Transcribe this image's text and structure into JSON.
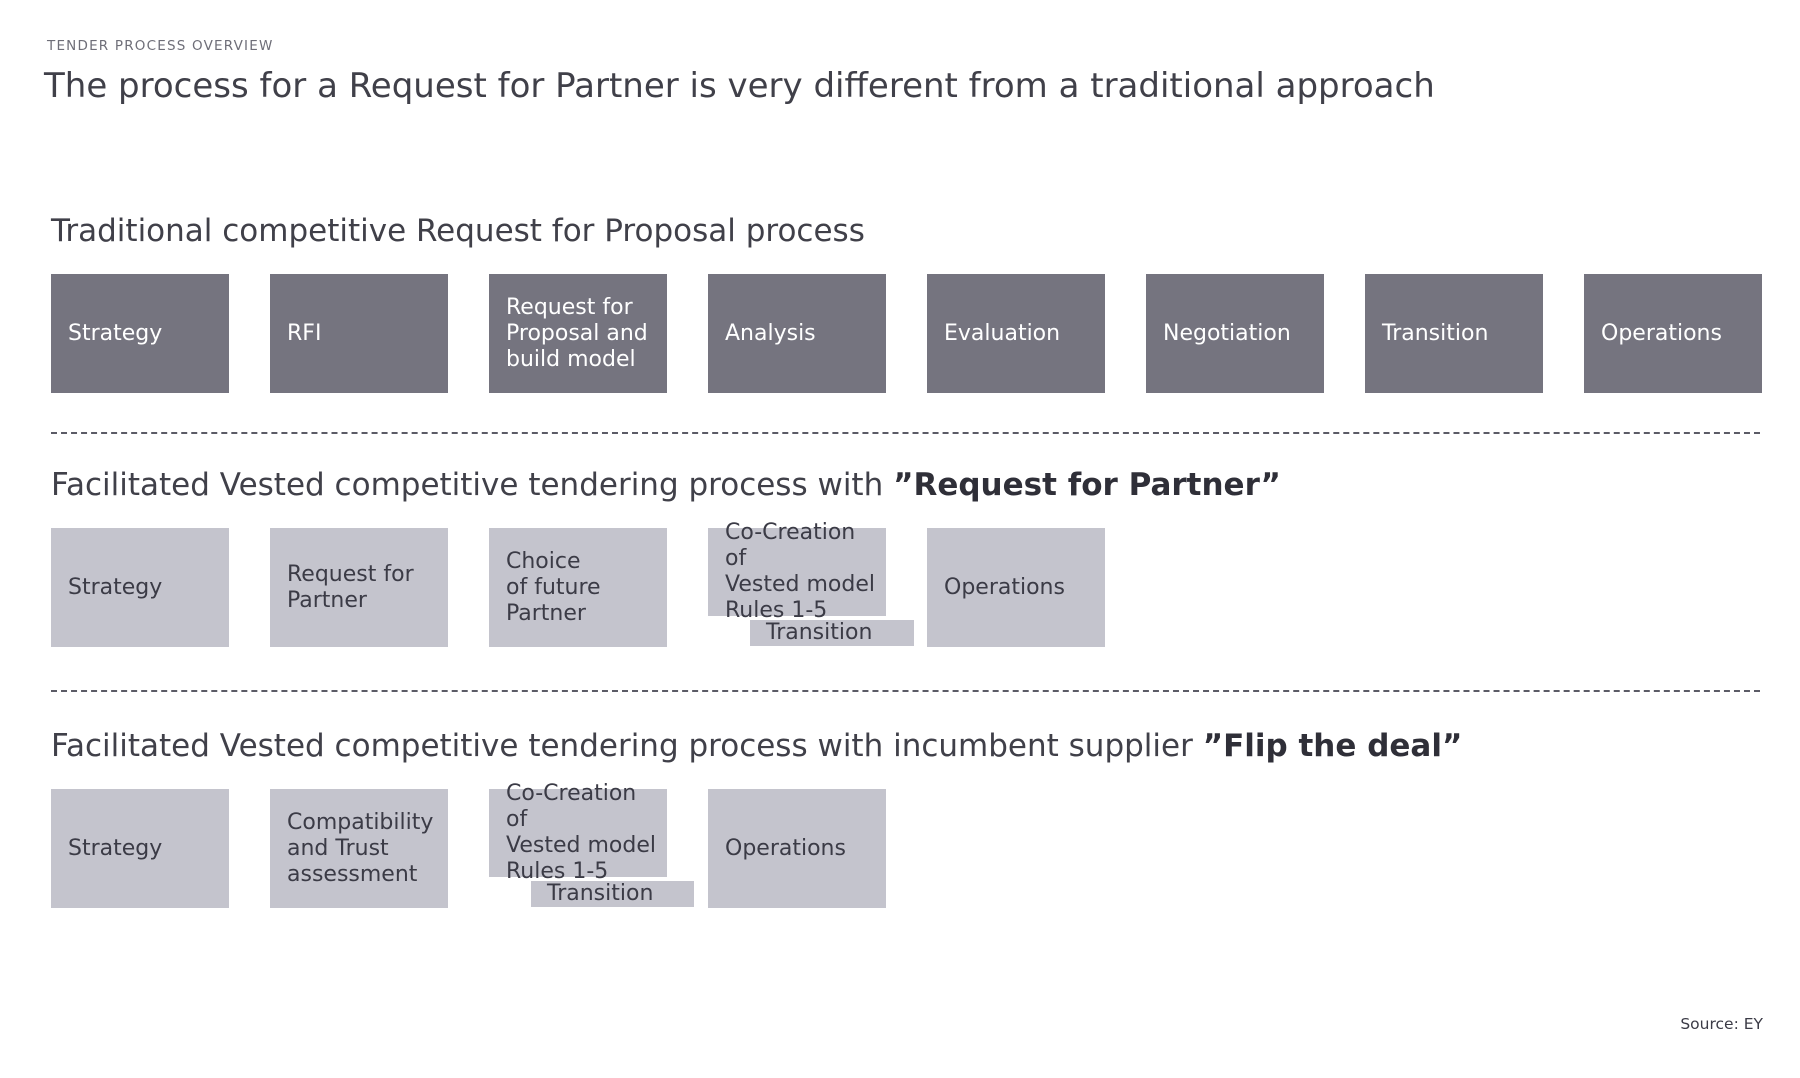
{
  "eyebrow": "TENDER PROCESS OVERVIEW",
  "title": "The process for a Request for Partner is very different from a traditional approach",
  "sections": [
    {
      "title_prefix": "Traditional competitive Request for Proposal process",
      "title_bold": "",
      "title_suffix": "",
      "steps": [
        "Strategy",
        "RFI",
        "Request for\nProposal and\nbuild model",
        "Analysis",
        "Evaluation",
        "Negotiation",
        "Transition",
        "Operations"
      ]
    },
    {
      "title_prefix": "Facilitated Vested competitive tendering process with ",
      "title_bold": "”Request for Partner”",
      "title_suffix": "",
      "steps": [
        "Strategy",
        "Request for\nPartner",
        "Choice\nof future\nPartner",
        "Co-Creation of\nVested model\nRules 1-5",
        "Operations"
      ],
      "transition": "Transition"
    },
    {
      "title_prefix": "Facilitated Vested competitive tendering process with incumbent supplier ",
      "title_bold": "”Flip the deal”",
      "title_suffix": "",
      "steps": [
        "Strategy",
        "Compatibility\nand Trust\nassessment",
        "Co-Creation of\nVested model\nRules 1-5",
        "Operations"
      ],
      "transition": "Transition"
    }
  ],
  "source": "Source: EY",
  "colors": {
    "dark_box": "#75747f",
    "light_box": "#c4c4cd",
    "text": "#3b3b46"
  }
}
